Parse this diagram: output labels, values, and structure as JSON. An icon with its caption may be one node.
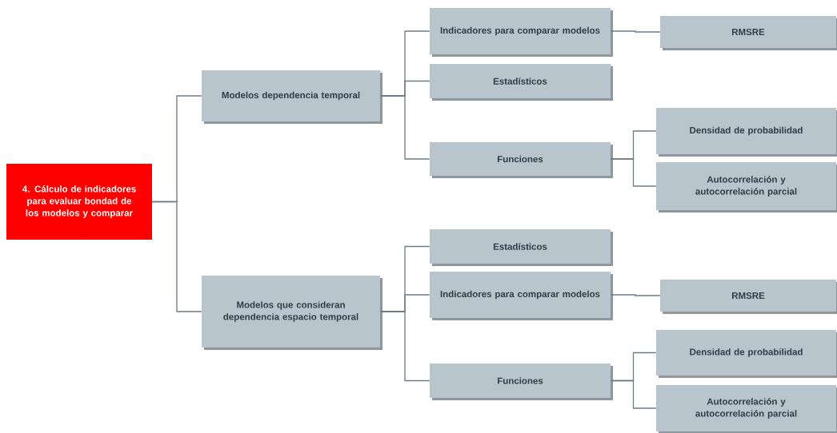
{
  "diagram": {
    "nodes": [
      {
        "text": [
          "4. Cálculo de indicadores para evaluar bondad de los modelos y comparar"
        ]
      },
      {
        "text": [
          "Modelos dependencia temporal"
        ]
      },
      {
        "text": [
          "Indicadores para comparar modelos"
        ]
      },
      {
        "text": [
          "RMSRE"
        ]
      },
      {
        "text": [
          "Estadísticos"
        ]
      },
      {
        "text": [
          "Funciones"
        ]
      },
      {
        "text": [
          "Densidad de probabilidad"
        ]
      },
      {
        "text": [
          "Autocorrelación y autocorrelación parcial"
        ]
      },
      {
        "text": [
          "Modelos que consideran dependencia espacio temporal"
        ]
      },
      {
        "text": [
          "Estadísticos"
        ]
      },
      {
        "text": [
          "Indicadores para comparar modelos"
        ]
      },
      {
        "text": [
          "RMSRE"
        ]
      },
      {
        "text": [
          "Funciones"
        ]
      },
      {
        "text": [
          "Densidad de probabilidad"
        ]
      },
      {
        "text": [
          "Autocorrelación y autocorrelación parcial"
        ]
      }
    ],
    "edges": [
      {
        "from": 0,
        "to": 1,
        "arrow": "none"
      },
      {
        "from": 0,
        "to": 8,
        "arrow": "none"
      },
      {
        "from": 1,
        "to": 2,
        "arrow": "none"
      },
      {
        "from": 1,
        "to": 4,
        "arrow": "none"
      },
      {
        "from": 1,
        "to": 5,
        "arrow": "none"
      },
      {
        "from": 2,
        "to": 3,
        "arrow": "none"
      },
      {
        "from": 5,
        "to": 6,
        "arrow": "none"
      },
      {
        "from": 5,
        "to": 7,
        "arrow": "none"
      },
      {
        "from": 8,
        "to": 9,
        "arrow": "none"
      },
      {
        "from": 8,
        "to": 10,
        "arrow": "none"
      },
      {
        "from": 8,
        "to": 12,
        "arrow": "none"
      },
      {
        "from": 10,
        "to": 11,
        "arrow": "none"
      },
      {
        "from": 12,
        "to": 13,
        "arrow": "none"
      },
      {
        "from": 12,
        "to": 14,
        "arrow": "none"
      }
    ]
  }
}
